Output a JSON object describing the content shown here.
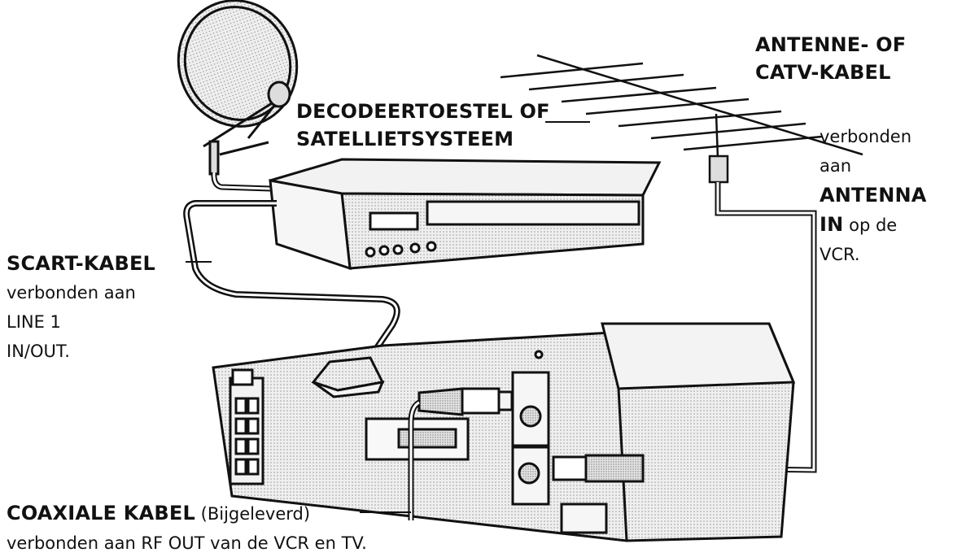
{
  "labels": {
    "decoder_line1": "DECODEERTOESTEL OF",
    "decoder_line2": "SATELLIETSYSTEEM",
    "antenna_line1": "ANTENNE- OF",
    "antenna_line2": "CATV-KABEL",
    "antenna_desc_1": "verbonden",
    "antenna_desc_2": "aan",
    "antenna_desc_3": "ANTENNA",
    "antenna_desc_4_bold": "IN",
    "antenna_desc_4_rest": " op de",
    "antenna_desc_5": "VCR.",
    "scart_title": "SCART-KABEL",
    "scart_desc_1": "verbonden aan",
    "scart_desc_2": "LINE 1",
    "scart_desc_3": "IN/OUT.",
    "coax_title": "COAXIALE KABEL",
    "coax_sub": " (Bijgeleverd)",
    "coax_desc": "verbonden aan RF OUT van de VCR en TV."
  },
  "colors": {
    "ink": "#111111",
    "device_fill": "#e9e9e9",
    "panel_fill": "#dcdcdc"
  }
}
